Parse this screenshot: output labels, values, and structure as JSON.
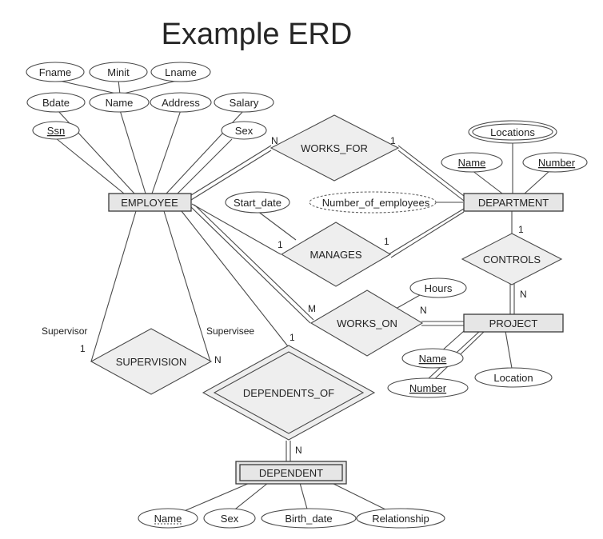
{
  "title": "Example ERD",
  "entities": {
    "employee": "EMPLOYEE",
    "department": "DEPARTMENT",
    "project": "PROJECT",
    "dependent": "DEPENDENT"
  },
  "relationships": {
    "works_for": "WORKS_FOR",
    "manages": "MANAGES",
    "works_on": "WORKS_ON",
    "controls": "CONTROLS",
    "supervision": "SUPERVISION",
    "dependents_of": "DEPENDENTS_OF"
  },
  "attributes": {
    "fname": "Fname",
    "minit": "Minit",
    "lname": "Lname",
    "bdate": "Bdate",
    "emp_name": "Name",
    "address": "Address",
    "salary": "Salary",
    "ssn": "Ssn",
    "sex": "Sex",
    "start_date": "Start_date",
    "number_of_employees": "Number_of_employees",
    "locations": "Locations",
    "dept_name": "Name",
    "dept_number": "Number",
    "hours": "Hours",
    "proj_name": "Name",
    "proj_number": "Number",
    "location": "Location",
    "dep_name": "Name",
    "dep_sex": "Sex",
    "birth_date": "Birth_date",
    "relationship": "Relationship"
  },
  "roles": {
    "supervisor": "Supervisor",
    "supervisee": "Supervisee"
  },
  "cardinalities": {
    "works_for_employee": "N",
    "works_for_department": "1",
    "manages_employee": "1",
    "manages_department": "1",
    "controls_department": "1",
    "controls_project": "N",
    "works_on_employee": "M",
    "works_on_project": "N",
    "supervision_supervisor": "1",
    "supervision_supervisee": "N",
    "dependents_of_employee": "1",
    "dependents_of_dependent": "N"
  }
}
